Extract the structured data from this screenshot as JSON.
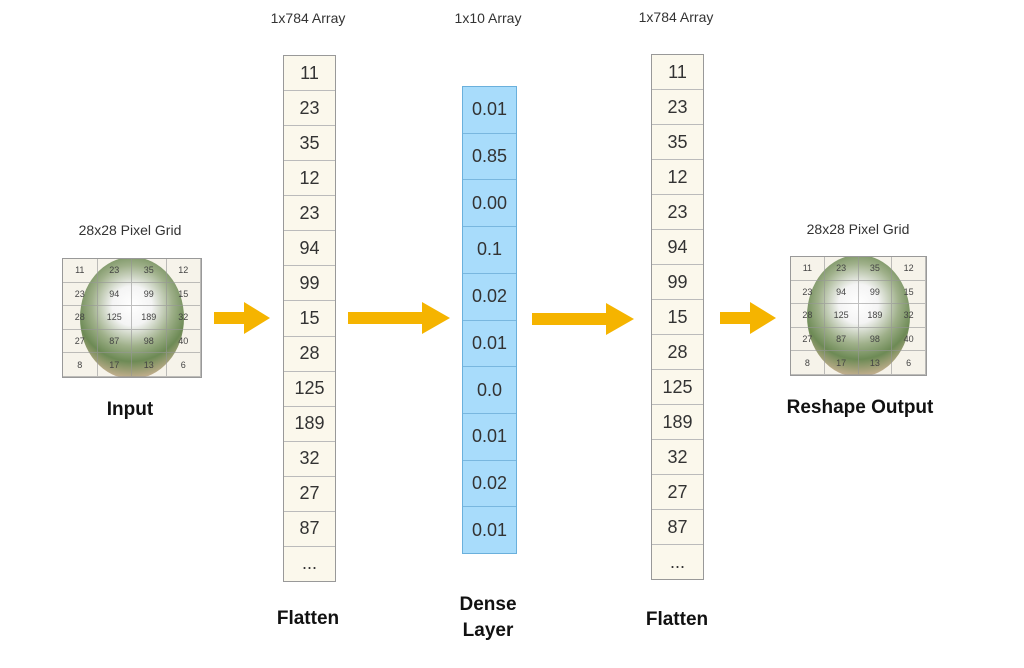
{
  "input": {
    "caption": "28x28 Pixel Grid",
    "title": "Input",
    "grid": [
      [
        "11",
        "23",
        "35",
        "12"
      ],
      [
        "23",
        "94",
        "99",
        "15"
      ],
      [
        "28",
        "125",
        "189",
        "32"
      ],
      [
        "27",
        "87",
        "98",
        "40"
      ],
      [
        "8",
        "17",
        "13",
        "6"
      ]
    ]
  },
  "flatten1": {
    "caption": "1x784 Array",
    "title": "Flatten",
    "values": [
      "11",
      "23",
      "35",
      "12",
      "23",
      "94",
      "99",
      "15",
      "28",
      "125",
      "189",
      "32",
      "27",
      "87",
      "..."
    ]
  },
  "dense": {
    "caption": "1x10 Array",
    "title_line1": "Dense",
    "title_line2": "Layer",
    "values": [
      "0.01",
      "0.85",
      "0.00",
      "0.1",
      "0.02",
      "0.01",
      "0.0",
      "0.01",
      "0.02",
      "0.01"
    ]
  },
  "flatten2": {
    "caption": "1x784 Array",
    "title": "Flatten",
    "values": [
      "11",
      "23",
      "35",
      "12",
      "23",
      "94",
      "99",
      "15",
      "28",
      "125",
      "189",
      "32",
      "27",
      "87",
      "..."
    ]
  },
  "output": {
    "caption": "28x28 Pixel Grid",
    "title": "Reshape Output",
    "grid": [
      [
        "11",
        "23",
        "35",
        "12"
      ],
      [
        "23",
        "94",
        "99",
        "15"
      ],
      [
        "28",
        "125",
        "189",
        "32"
      ],
      [
        "27",
        "87",
        "98",
        "40"
      ],
      [
        "8",
        "17",
        "13",
        "6"
      ]
    ]
  },
  "colors": {
    "arrow": "#f5b400",
    "dense": "#a8dcfb",
    "array": "#fbf8ec"
  },
  "icons": [
    "arrow-right-icon"
  ]
}
